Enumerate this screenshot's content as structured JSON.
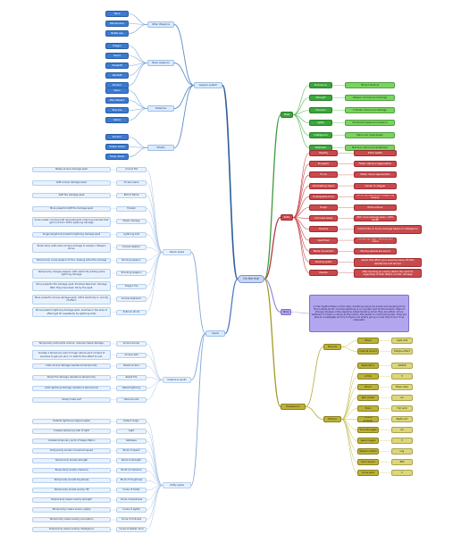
{
  "root": {
    "label": "On the rise"
  },
  "left": {
    "weapon_system": {
      "label": "weapon system",
      "groups": [
        {
          "label": "Other Weapons",
          "items": [
            "Mace",
            "Warhammer",
            "Battle axe"
          ]
        },
        {
          "label": "Basic weapons",
          "items": [
            "Dagger",
            "Sword",
            "Polestaff",
            "Warstaff",
            "Buckler"
          ]
        },
        {
          "label": "Polearms",
          "items": [
            "Spear",
            "Pike Halberd",
            "Pole axe",
            "Glaive"
          ]
        },
        {
          "label": "Shields",
          "items": [
            "Buckler",
            "Heater shield",
            "Tower shield"
          ]
        }
      ]
    },
    "spells": {
      "label": "Spells",
      "groups": [
        {
          "label": "Attack spells",
          "items": [
            [
              "Arcane fist",
              "Melee arcane damage spell"
            ],
            [
              "Arcane wave",
              "AOE arcane damage wave"
            ],
            [
              "Bolt of flame",
              "AOE fire damage spell"
            ],
            [
              "Fireball",
              "More powerful AOE fire damage spell"
            ],
            [
              "Mystic storage",
              "Cross-caster involved AoE dual elements reducing enemies that get hurt from 100% lightning damage"
            ],
            [
              "Lightning bolt",
              "Single target but powerful lightning damage spell"
            ],
            [
              "Arcane weapon",
              "Temporarily adds extra arcane damage to weapon: Weapon shine."
            ],
            [
              "Burning weapon",
              "Temporarily cause weapon to fire, dealing extra fire damage"
            ],
            [
              "Shocking weapon",
              "Temporarily charges weapon with electricity adding extra lightning damage"
            ],
            [
              "Dragon fire",
              "More powerful fire damage spell. Enemies take burn damage after they have been hit by the spell."
            ],
            [
              "Arcane explosion",
              "More powerful arcane damage spell, inflict electricity in vicinity of effect."
            ],
            [
              "Poltrock storm",
              "More powerful lightning damage spell, enemies in the area of effect get hit repeatedly by lightning bolts"
            ]
          ]
        },
        {
          "label": "Defensive spells",
          "items": [
            [
              "Arcane barrier",
              "Temporarily adds extra armour, reduces melee damage."
            ],
            [
              "Arcane wall",
              "Creates a temporary wall of magic where each contact of enemies to get you and / or wait for the effect to end."
            ],
            [
              "Resist arcane",
              "Adds arcane damage resistance temporarily"
            ],
            [
              "Resist fire",
              "Boost fire damage resistance temporarily"
            ],
            [
              "Resist lightning",
              "Adds lightning damage resistance temporarily"
            ],
            [
              "Heal wounds",
              "Slowly heals self"
            ]
          ]
        },
        {
          "label": "Utility spells",
          "items": [
            [
              "Detect magic",
              "Detects lightning magical spells"
            ],
            [
              "Light",
              "Creates temporary ball of light"
            ],
            [
              "Safebase",
              "Creates temporary point of teleportation"
            ],
            [
              "Burst of speed",
              "Temporarily boosts movement speed"
            ],
            [
              "Burst of strength",
              "Temporarily boosts strength"
            ],
            [
              "Burst of charisma",
              "Temporarily boosts charisma"
            ],
            [
              "Burst of toughness",
              "Temporarily boosts toughness"
            ],
            [
              "Curse of frailty",
              "Temporarily boosts enemy HP"
            ],
            [
              "Curse of weakness",
              "Temporarily lowers enemy strength"
            ],
            [
              "Curse of agility",
              "Temporarily lowers enemy agility"
            ],
            [
              "Curse of dullness",
              "Temporarily lowers enemy perception"
            ],
            [
              "Curse of feeble mind",
              "Temporarily lowers enemy intelligence"
            ]
          ]
        }
      ]
    }
  },
  "right": {
    "stats": {
      "label": "Stats",
      "items": [
        [
          "Endurance",
          "HP and stamina"
        ],
        [
          "Strength",
          "Weapon choices and damage"
        ],
        [
          "Precision",
          "Criticals chance and damage"
        ],
        [
          "Agility",
          "Movement speed and evasion"
        ],
        [
          "Intelligence",
          "Mana and magicpower"
        ],
        [
          "Willpower",
          "Stamina, mana and spellpower"
        ]
      ]
    },
    "skills": {
      "label": "Skills",
      "items": [
        [
          "Healthy",
          "Extra health"
        ],
        [
          "Energetic",
          "Faster stamina regeneration"
        ],
        [
          "Focus",
          "Faster mana regeneration"
        ],
        [
          "Intimidating object",
          "Harder to stagger"
        ],
        [
          "Unstoppable force",
          "Bonus damage when staggering enemy"
        ],
        [
          "Tough",
          "Extra armour"
        ],
        [
          "Cornered beast",
          "66% more damage when <40% health"
        ],
        [
          "Cleverly",
          "Critical hits on bonus damage based on intelligence"
        ],
        [
          "Spell thief",
          "Disrupting magic restores your mana"
        ],
        [
          "Blade movement",
          "Moving speeds are sound"
        ],
        [
          "Chasing spells",
          "Spells that affect your enemies leave off their resistances and armour"
        ],
        [
          "Parade",
          "After blocking an enemy attack the next hit, regardless of their attack counter damage"
        ]
      ]
    },
    "story": {
      "label": "Story",
      "text": "A man fugitive flees on the raise, declaring resources inside and escaping from 'the outside world', but big watching is on a public plot at the borders. Years of strange disease in the regularly experimenting armor they are either not as battered or frozen in stone as the reason the bearer is in the living area. They are able to investigate and try to figure out what's going on and how to turn it as adequate."
    },
    "possessions": {
      "label": "Possessions",
      "groups": [
        {
          "label": "Wounds",
          "items": [
            [
              "Bleed",
              "Light wds"
            ],
            [
              "Internal wound",
              "Fatigue effect"
            ]
          ]
        },
        {
          "label": "Potions",
          "items": [
            [
              "Restoration",
              "4/6400"
            ],
            [
              "Limbs",
              "5"
            ],
            [
              "Blood",
              "Brew class"
            ],
            [
              "Nerf yellow",
              "All"
            ],
            [
              "Stars",
              "Full until"
            ],
            [
              "Hide & moggler",
              "Night sort"
            ],
            [
              "Smooth toggle",
              "All"
            ],
            [
              "Jeans heggle",
              "5"
            ],
            [
              "Weapon ladder",
              "Log"
            ],
            [
              "Cold cleaver",
              "BMI"
            ],
            [
              "Curse spell",
              "2"
            ]
          ]
        }
      ]
    }
  }
}
